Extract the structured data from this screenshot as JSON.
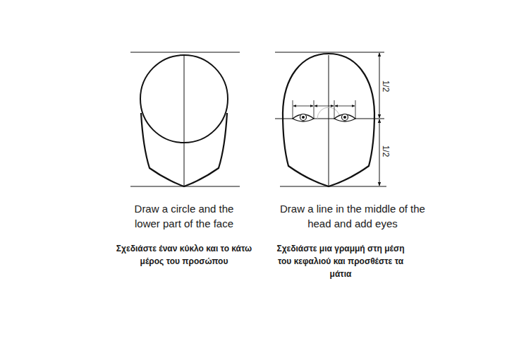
{
  "diagram": {
    "labels": [
      "Draw a circle and the lower part of the face",
      "Σχεδιάστε έναν κύκλο και το κάτω μέρος του προσώπου",
      "Draw a line in the middle of the head and add eyes",
      "Σχεδιάστε μια γραμμή στη μέση του κεφαλιού και προσθέστε τα μάτια",
      "1/2",
      "1/2"
    ]
  }
}
